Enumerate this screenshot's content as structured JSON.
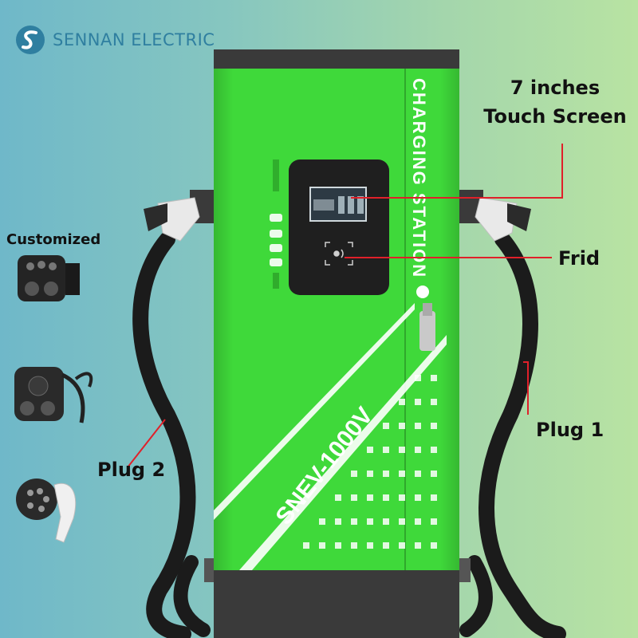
{
  "brand": {
    "name": "SENNAN ELECTRIC",
    "logo_icon": "sennan-s-logo-icon"
  },
  "charger": {
    "side_title": "CHARGING STATION",
    "model": "SNEV-1000V",
    "body_color": "#3fd93a",
    "dark_color": "#3a3a3a"
  },
  "callouts": {
    "screen": [
      "7 inches",
      "Touch Screen"
    ],
    "frid": "Frid",
    "plug1": "Plug 1",
    "plug2": "Plug 2"
  },
  "connectors": {
    "label": "Customized",
    "items": [
      "ccs2-connector-icon",
      "chademo-connector-icon",
      "type2-connector-icon"
    ]
  },
  "accent_color": "#e0202a"
}
